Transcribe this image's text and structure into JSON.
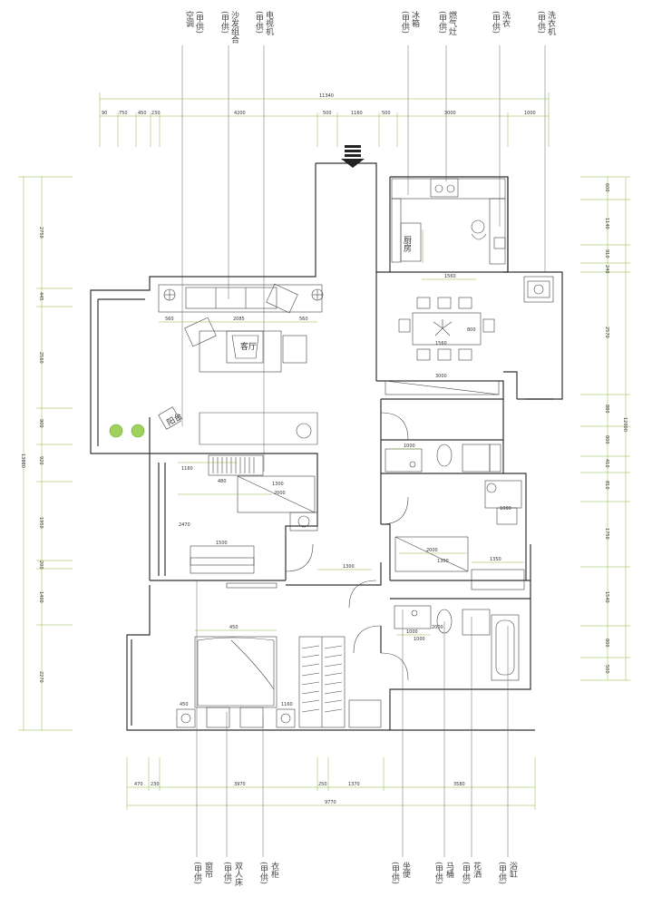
{
  "top_callouts": [
    {
      "name": "空调",
      "note": "(甲供)"
    },
    {
      "name": "沙发组合",
      "note": "(甲供)"
    },
    {
      "name": "电视机",
      "note": "(甲供)"
    },
    {
      "name": "冰箱",
      "note": "(甲供)"
    },
    {
      "name": "燃气灶",
      "note": "(甲供)"
    },
    {
      "name": "洗衣",
      "note": "(甲供)"
    },
    {
      "name": "洗衣机",
      "note": "(甲供)"
    }
  ],
  "bottom_callouts": [
    {
      "name": "窗帘",
      "note": "(甲供)"
    },
    {
      "name": "双人床",
      "note": "(甲供)"
    },
    {
      "name": "衣柜",
      "note": "(甲供)"
    },
    {
      "name": "坐便",
      "note": "(甲供)"
    },
    {
      "name": "马桶",
      "note": "(甲供)"
    },
    {
      "name": "花洒",
      "note": "(甲供)"
    },
    {
      "name": "浴缸",
      "note": "(甲供)"
    }
  ],
  "rooms": {
    "kitchen": "厨房",
    "living": "客厅",
    "balcony": "阳台"
  },
  "dims_top": {
    "total": "11340",
    "segs": [
      "90",
      "750",
      "450",
      "230",
      "4200",
      "500",
      "1160",
      "500",
      "3000",
      "1000"
    ]
  },
  "dims_bottom": {
    "total": "9770",
    "segs": [
      "470",
      "230",
      "3970",
      "250",
      "1370",
      "3580"
    ]
  },
  "dims_left": {
    "total": "13880",
    "segs": [
      "2750",
      "445",
      "2560",
      "900",
      "920",
      "1950",
      "200",
      "1400",
      "2270"
    ]
  },
  "dims_right": {
    "total": "12000",
    "segs": [
      "600",
      "1140",
      "910",
      "240",
      "2570",
      "880",
      "800",
      "410",
      "810",
      "1750",
      "1540",
      "800",
      "500"
    ]
  },
  "inner_dims": [
    "560",
    "2085",
    "560",
    "1560",
    "800",
    "1560",
    "3000",
    "1000",
    "1000",
    "1160",
    "480",
    "1300",
    "2000",
    "1500",
    "2470",
    "2000",
    "1300",
    "1350",
    "1000",
    "2000",
    "1000",
    "450",
    "450",
    "1160",
    "1300"
  ],
  "colors": {
    "accent": "#8bb640",
    "wall": "#333333",
    "text": "#444444"
  }
}
